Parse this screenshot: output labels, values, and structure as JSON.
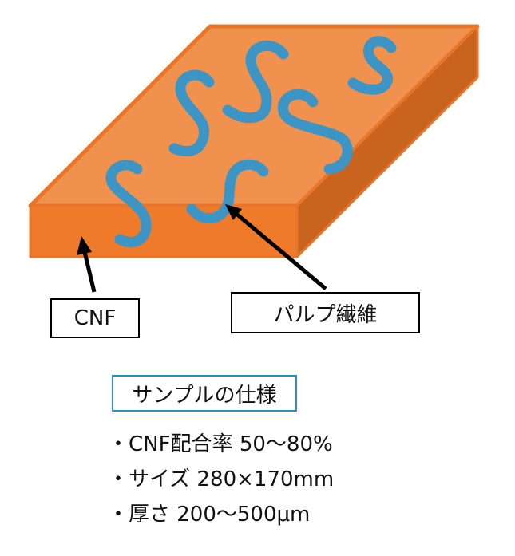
{
  "labels": {
    "cnf": "CNF",
    "pulp": "パルプ繊維"
  },
  "spec": {
    "title": "サンプルの仕様",
    "lines": [
      "・CNF配合率 50～80%",
      "・サイズ 280×170mm",
      "・厚さ 200～500μm"
    ]
  },
  "colors": {
    "slab_top": "#f0914e",
    "slab_front": "#ee7a2a",
    "slab_side": "#c9641f",
    "slab_edge": "#e8762a",
    "fiber": "#3d95c6",
    "spec_border": "#2e8cc2"
  },
  "icons": {
    "arrow": "arrow-icon"
  }
}
